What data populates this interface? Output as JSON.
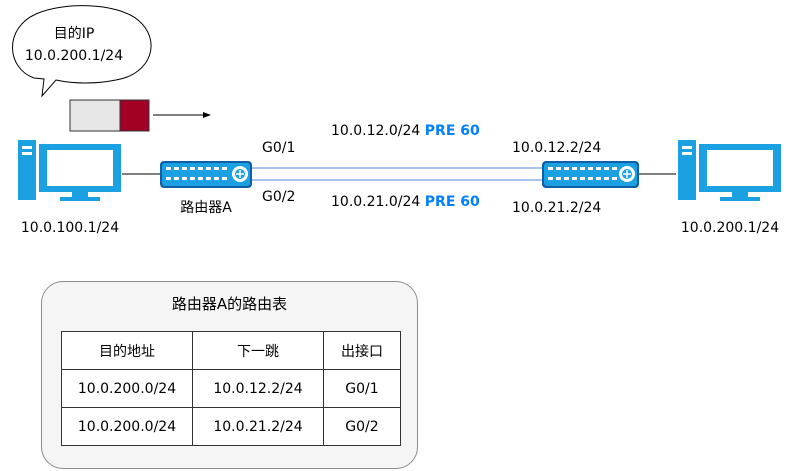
{
  "callout": {
    "line1": "目的IP",
    "line2": "10.0.200.1/24"
  },
  "packet": {
    "body_color": "#e6e6e6",
    "header_color": "#a20025"
  },
  "links": {
    "upper_network": "10.0.12.0/24",
    "upper_pre": "PRE 60",
    "lower_network": "10.0.21.0/24",
    "lower_pre": "PRE 60",
    "pre_color": "#007fff",
    "link_color": "#a9c4eb"
  },
  "router_a": {
    "name": "路由器A",
    "if_upper": "G0/1",
    "if_lower": "G0/2"
  },
  "router_b": {
    "ip_upper": "10.0.12.2/24",
    "ip_lower": "10.0.21.2/24"
  },
  "host_left": {
    "ip": "10.0.100.1/24"
  },
  "host_right": {
    "ip": "10.0.200.1/24"
  },
  "routing_table": {
    "title": "路由器A的路由表",
    "headers": [
      "目的地址",
      "下一跳",
      "出接口"
    ],
    "rows": [
      [
        "10.0.200.0/24",
        "10.0.12.2/24",
        "G0/1"
      ],
      [
        "10.0.200.0/24",
        "10.0.21.2/24",
        "G0/2"
      ]
    ]
  },
  "colors": {
    "device_blue": "#1ba1e2",
    "device_dark": "#0e5ea8"
  }
}
